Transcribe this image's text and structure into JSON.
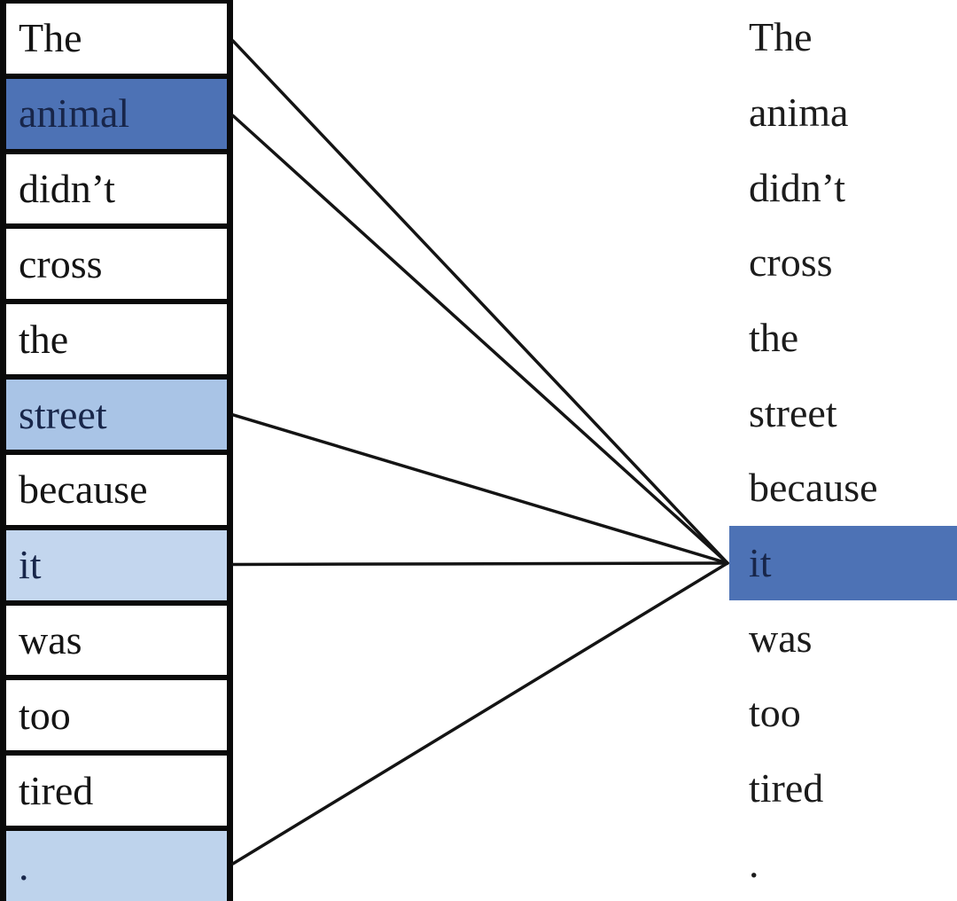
{
  "colors": {
    "background": "#ffffff",
    "box_border": "#0a0a0a",
    "attention_line": "#141414",
    "strong_highlight": "#4d72b5",
    "medium_highlight": "#a9c4e6",
    "light_highlight": "#c3d6ee",
    "period_highlight": "#bed3ec",
    "normal_text": "#141414",
    "highlight_text": "#18264a"
  },
  "left_tokens": [
    {
      "label": "The",
      "fill": "#ffffff",
      "ink": "#141414"
    },
    {
      "label": "animal",
      "fill": "#4d72b5",
      "ink": "#18264a"
    },
    {
      "label": "didn’t",
      "fill": "#ffffff",
      "ink": "#141414"
    },
    {
      "label": "cross",
      "fill": "#ffffff",
      "ink": "#141414"
    },
    {
      "label": "the",
      "fill": "#ffffff",
      "ink": "#141414"
    },
    {
      "label": "street",
      "fill": "#a9c4e6",
      "ink": "#18264a"
    },
    {
      "label": "because",
      "fill": "#ffffff",
      "ink": "#141414"
    },
    {
      "label": "it",
      "fill": "#c3d6ee",
      "ink": "#18264a"
    },
    {
      "label": "was",
      "fill": "#ffffff",
      "ink": "#141414"
    },
    {
      "label": "too",
      "fill": "#ffffff",
      "ink": "#141414"
    },
    {
      "label": "tired",
      "fill": "#ffffff",
      "ink": "#141414"
    },
    {
      "label": ".",
      "fill": "#bed3ec",
      "ink": "#18264a"
    }
  ],
  "right_tokens": [
    {
      "label": "The",
      "fill": "none",
      "ink": "#1c1c1c"
    },
    {
      "label": "anima",
      "fill": "none",
      "ink": "#1c1c1c"
    },
    {
      "label": "didn’t",
      "fill": "none",
      "ink": "#1c1c1c"
    },
    {
      "label": "cross",
      "fill": "none",
      "ink": "#1c1c1c"
    },
    {
      "label": "the",
      "fill": "none",
      "ink": "#1c1c1c"
    },
    {
      "label": "street",
      "fill": "none",
      "ink": "#1c1c1c"
    },
    {
      "label": "because",
      "fill": "none",
      "ink": "#1c1c1c"
    },
    {
      "label": "it",
      "fill": "#4d72b5",
      "ink": "#18264a"
    },
    {
      "label": "was",
      "fill": "none",
      "ink": "#1c1c1c"
    },
    {
      "label": "too",
      "fill": "none",
      "ink": "#1c1c1c"
    },
    {
      "label": "tired",
      "fill": "none",
      "ink": "#1c1c1c"
    },
    {
      "label": ".",
      "fill": "none",
      "ink": "#1c1c1c"
    }
  ],
  "connections": {
    "target_right_index": 7,
    "source_left_indices": [
      0,
      1,
      5,
      7,
      11
    ]
  }
}
